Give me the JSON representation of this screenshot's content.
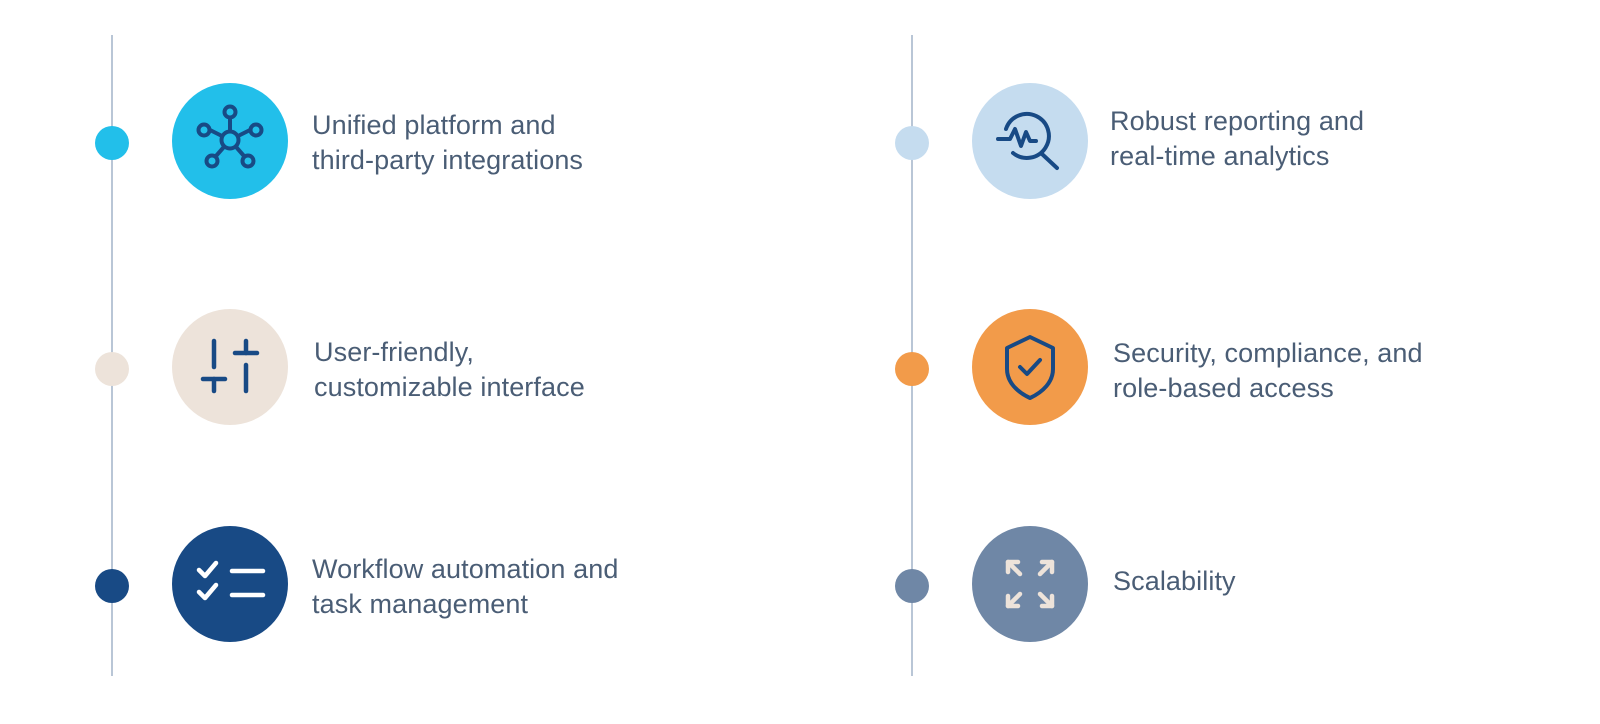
{
  "colors": {
    "line": "#b9c6d6",
    "text": "#4a5d75",
    "cyan": "#22bfea",
    "beige": "#ede3da",
    "navy": "#184a85",
    "light_blue": "#c5dcef",
    "orange": "#f29b4a",
    "slate": "#6f87a6"
  },
  "features": [
    {
      "icon": "network-hub-icon",
      "line1": "Unified platform and",
      "line2": "third-party integrations"
    },
    {
      "icon": "sliders-icon",
      "line1": "User-friendly,",
      "line2": "customizable interface"
    },
    {
      "icon": "checklist-icon",
      "line1": "Workflow automation and",
      "line2": "task management"
    },
    {
      "icon": "analytics-magnifier-icon",
      "line1": "Robust reporting and",
      "line2": "real-time analytics"
    },
    {
      "icon": "shield-check-icon",
      "line1": "Security, compliance, and",
      "line2": "role-based access"
    },
    {
      "icon": "expand-arrows-icon",
      "line1": "Scalability",
      "line2": ""
    }
  ]
}
